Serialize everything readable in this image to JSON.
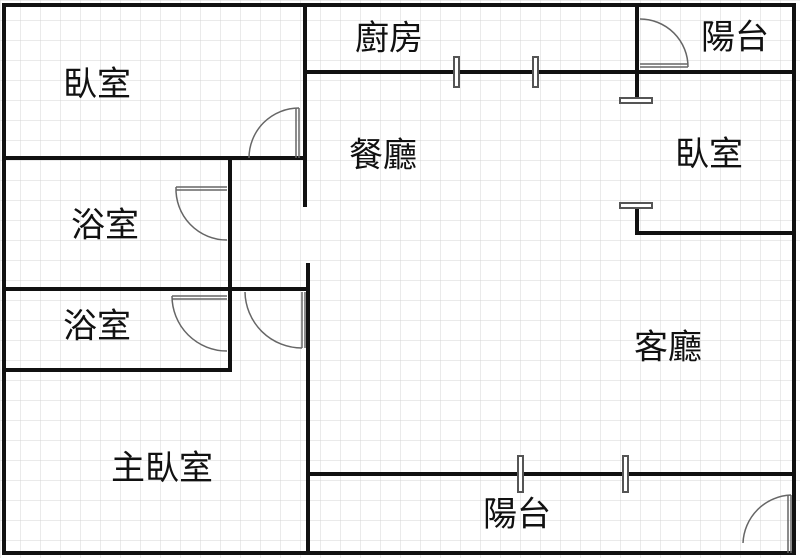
{
  "floor_plan": {
    "rooms": {
      "kitchen": "廚房",
      "balcony_top": "陽台",
      "bedroom_left": "臥室",
      "dining": "餐廳",
      "bedroom_right": "臥室",
      "bathroom_upper": "浴室",
      "bathroom_lower": "浴室",
      "living": "客廳",
      "master_bedroom": "主臥室",
      "balcony_bottom": "陽台"
    }
  },
  "colors": {
    "wall": "#111111",
    "grid": "#d4d4d4",
    "door": "#666666",
    "background": "#ffffff"
  }
}
